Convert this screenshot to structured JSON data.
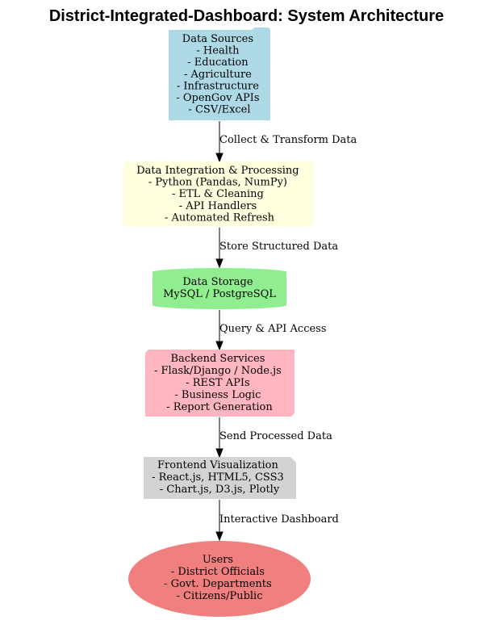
{
  "title": "District-Integrated-Dashboard: System Architecture",
  "nodes": {
    "sources": {
      "lines": [
        "Data Sources",
        "- Health",
        "- Education",
        "- Agriculture",
        "- Infrastructure",
        "- OpenGov APIs",
        "- CSV/Excel"
      ],
      "shape": "folder",
      "color": "#add8e6"
    },
    "integration": {
      "lines": [
        "Data Integration & Processing",
        "- Python (Pandas, NumPy)",
        "- ETL & Cleaning",
        "- API Handlers",
        "- Automated Refresh"
      ],
      "shape": "box3d",
      "color": "#ffffe0"
    },
    "storage": {
      "lines": [
        "Data Storage",
        "MySQL / PostgreSQL"
      ],
      "shape": "cylinder",
      "color": "#90ee90"
    },
    "backend": {
      "lines": [
        "Backend Services",
        "- Flask/Django / Node.js",
        "- REST APIs",
        "- Business Logic",
        "- Report Generation"
      ],
      "shape": "component",
      "color": "#ffb6c1"
    },
    "frontend": {
      "lines": [
        "Frontend Visualization",
        "- React.js, HTML5, CSS3",
        "- Chart.js, D3.js, Plotly"
      ],
      "shape": "note",
      "color": "#d3d3d3"
    },
    "users": {
      "lines": [
        "Users",
        "- District Officials",
        "- Govt. Departments",
        "- Citizens/Public"
      ],
      "shape": "ellipse",
      "color": "#f08080"
    }
  },
  "edges": [
    {
      "from": "sources",
      "to": "integration",
      "label": "Collect & Transform Data"
    },
    {
      "from": "integration",
      "to": "storage",
      "label": "Store Structured Data"
    },
    {
      "from": "storage",
      "to": "backend",
      "label": "Query & API Access"
    },
    {
      "from": "backend",
      "to": "frontend",
      "label": "Send Processed Data"
    },
    {
      "from": "frontend",
      "to": "users",
      "label": "Interactive Dashboard"
    }
  ]
}
